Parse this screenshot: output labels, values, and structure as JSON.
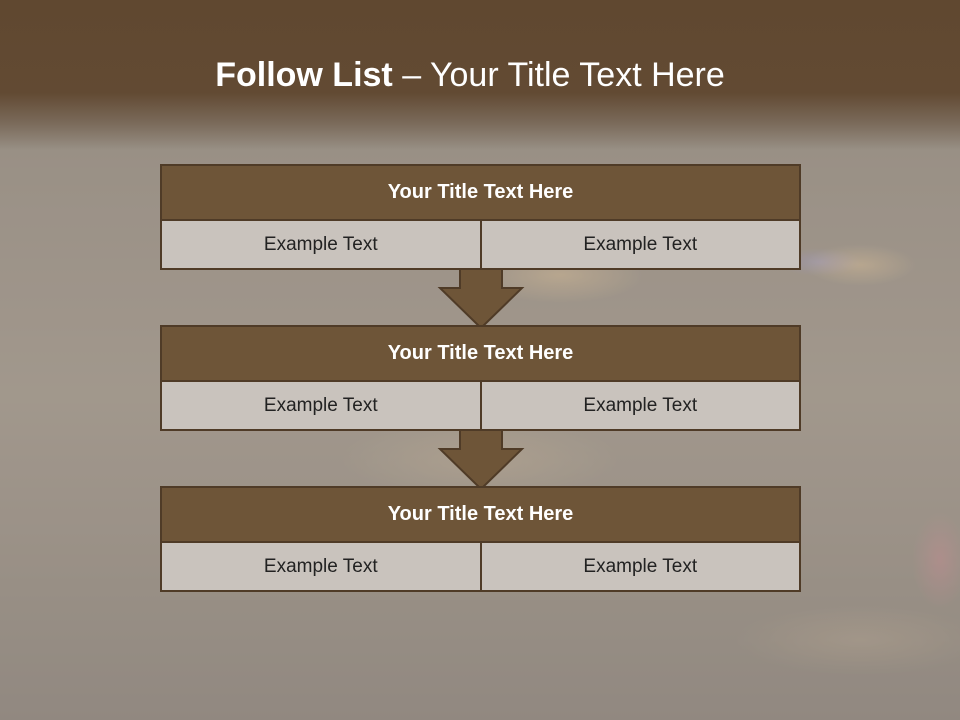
{
  "title": {
    "bold": "Follow List",
    "rest": " – Your Title Text Here"
  },
  "blocks": [
    {
      "heading": "Your Title Text Here",
      "cells": [
        "Example Text",
        "Example Text"
      ]
    },
    {
      "heading": "Your Title Text Here",
      "cells": [
        "Example Text",
        "Example Text"
      ]
    },
    {
      "heading": "Your Title Text Here",
      "cells": [
        "Example Text",
        "Example Text"
      ]
    }
  ],
  "colors": {
    "header": "#624a33",
    "box_fill": "#6e5538",
    "box_border": "#4f3b27",
    "cell_fill": "#c9c3bd"
  }
}
